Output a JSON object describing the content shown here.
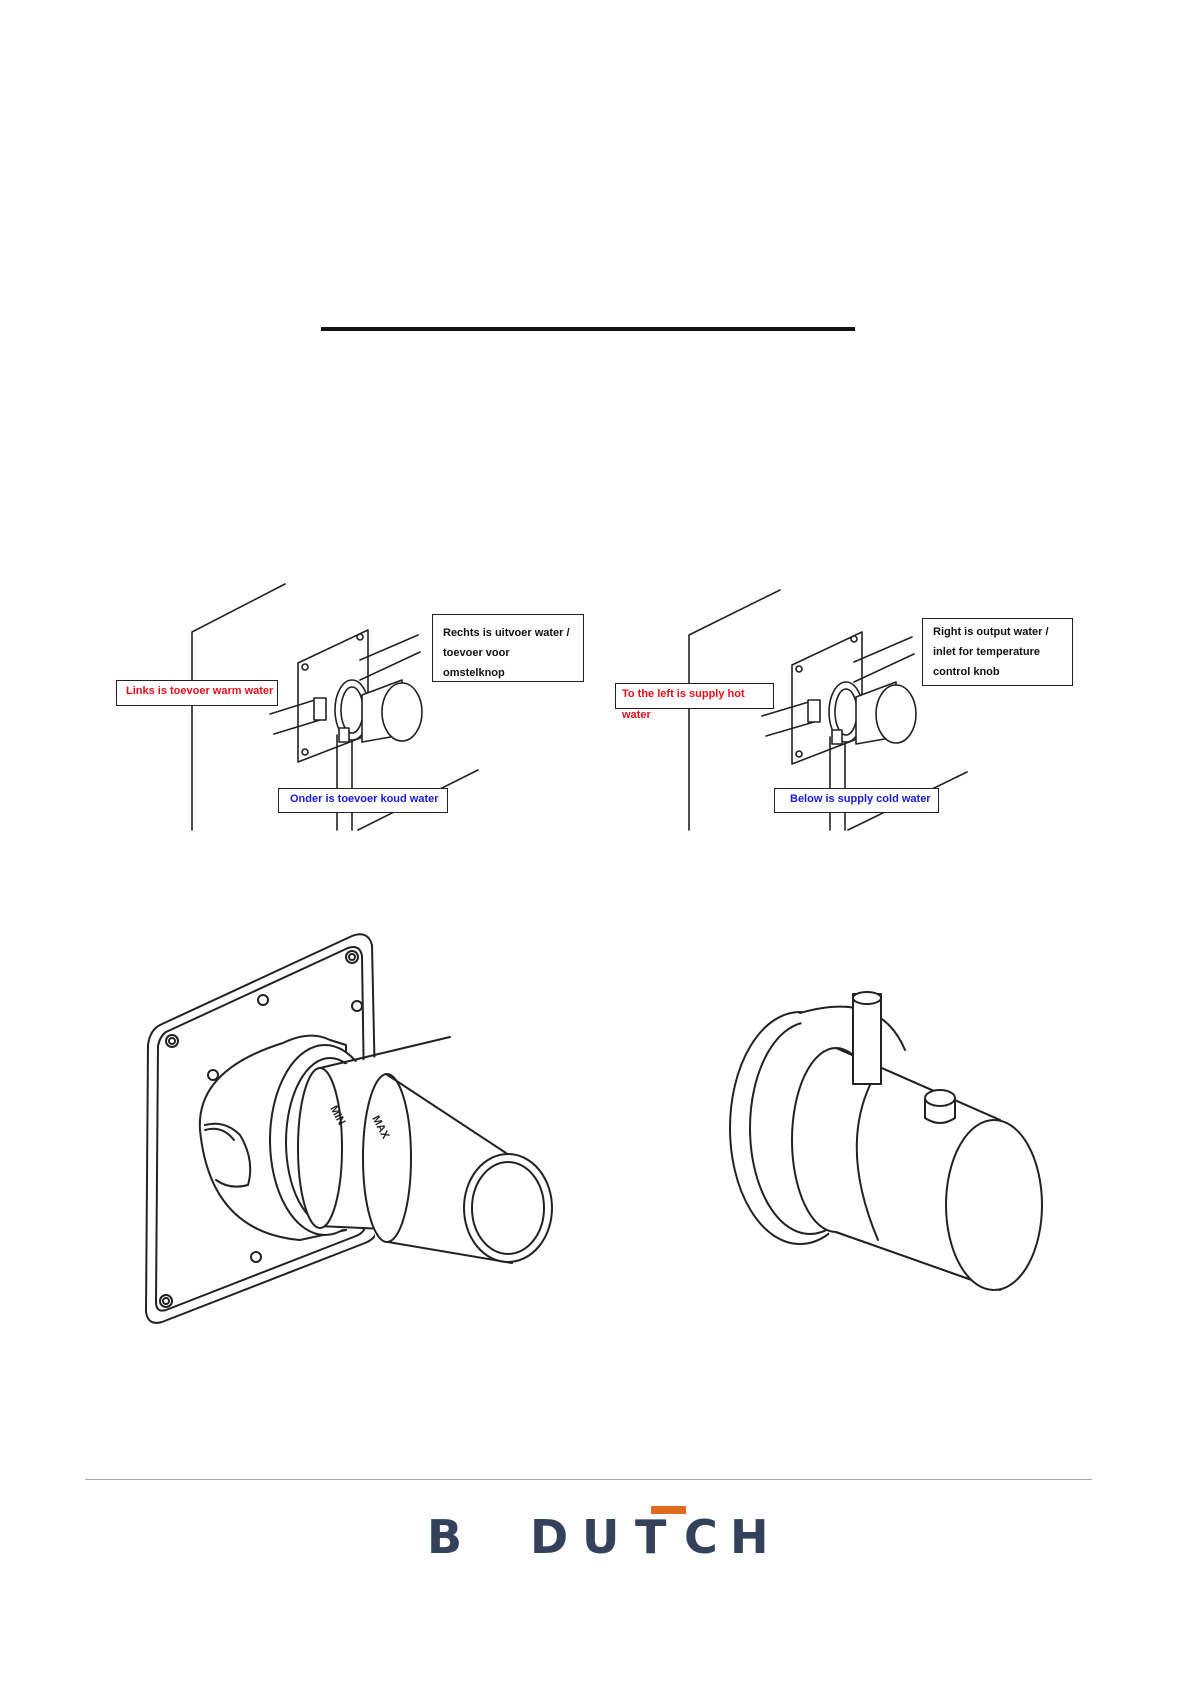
{
  "diagrams": {
    "dutch": {
      "left_label": "Links is toevoer warm water",
      "right_label_line1": "Rechts is uitvoer water /",
      "right_label_line2": "toevoer voor omstelknop",
      "bottom_label": "Onder is toevoer koud water"
    },
    "english": {
      "left_label": "To the left is supply hot water",
      "right_label_line1": "Right is output water /",
      "right_label_line2": "inlet for temperature",
      "right_label_line3": "control knob",
      "bottom_label": "Below is supply cold water"
    }
  },
  "illustrations": {
    "valve_markings": [
      "MIN",
      "MAX"
    ]
  },
  "footer": {
    "logo": "B DUTCH",
    "logo_accent_color": "#e06a1e",
    "logo_color": "#33425a"
  }
}
